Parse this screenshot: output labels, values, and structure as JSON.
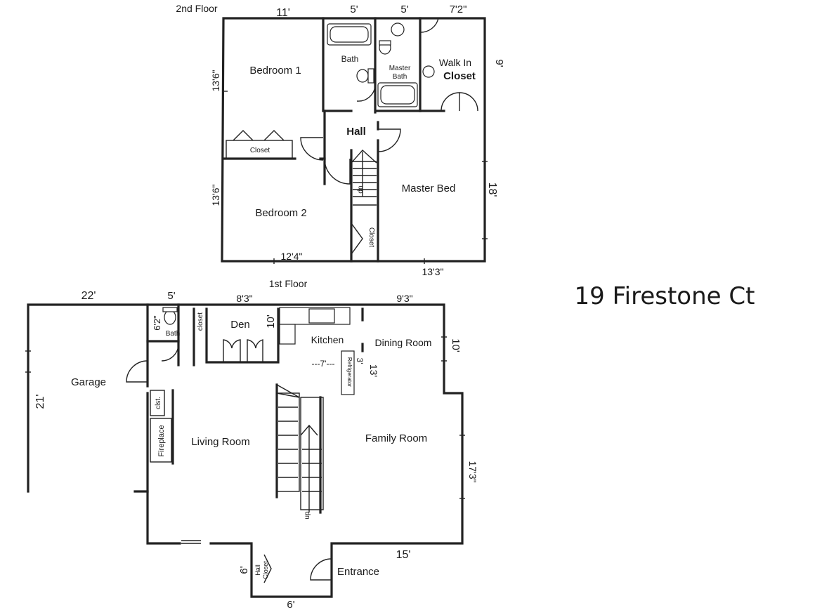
{
  "address": "19 Firestone Ct",
  "floors": {
    "second": {
      "title": "2nd Floor",
      "rooms": {
        "bedroom1": "Bedroom 1",
        "bath": "Bath",
        "master_bath_line1": "Master",
        "master_bath_line2": "Bath",
        "walk_in_line1": "Walk In",
        "walk_in_line2": "Closet",
        "hall": "Hall",
        "closet_b1": "Closet",
        "bedroom2": "Bedroom 2",
        "master_bed": "Master Bed",
        "closet_stair": "Closet",
        "stair_dn": "dn"
      },
      "dims": {
        "top_11": "11'",
        "top_5a": "5'",
        "top_5b": "5'",
        "top_7_2": "7'2\"",
        "right_9": "9'",
        "left_13_6a": "13'6\"",
        "left_13_6b": "13'6\"",
        "right_18": "18'",
        "bottom_12_4": "12'4\"",
        "bottom_13_3": "13'3\""
      }
    },
    "first": {
      "title": "1st Floor",
      "rooms": {
        "garage": "Garage",
        "bath": "Bath",
        "closet_bath": "closet",
        "den": "Den",
        "kitchen": "Kitchen",
        "dining": "Dining Room",
        "cabinet": "Refrigerator",
        "living": "Living Room",
        "family": "Family Room",
        "fireplace": "Fireplace",
        "clst": "clst.",
        "entrance": "Entrance",
        "hall_closet_line1": "Hall",
        "hall_closet_line2": "Closet",
        "stair_up": "up"
      },
      "dims": {
        "top_22": "22'",
        "top_5": "5'",
        "top_8_3": "8'3\"",
        "top_9_3": "9'3\"",
        "bath_6_2": "6'2\"",
        "den_10": "10'",
        "dining_10": "10'",
        "kitchen_7": "---7'---",
        "kitchen_3": "3'",
        "kitchen_13": "13'",
        "garage_21": "21'",
        "family_17_3": "17'3\"",
        "bottom_15": "15'",
        "hall_6a": "6'",
        "hall_6b": "6'"
      }
    }
  }
}
